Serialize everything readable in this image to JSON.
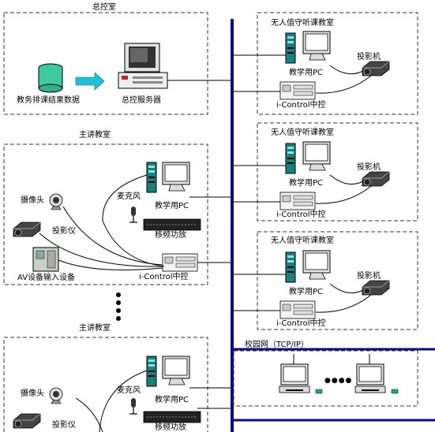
{
  "control_room": {
    "title": "总控室",
    "database_label": "教务排课结果数据",
    "server_label": "总控服务器"
  },
  "main_classroom_1": {
    "title": "主讲教室",
    "camera_label": "摄像头",
    "projector_label": "投影仪",
    "av_label": "AV设备输入设备",
    "mic_label": "麦克风",
    "pc_label": "教学用PC",
    "amp_label": "移频功放",
    "control_label": "i-Control中控"
  },
  "main_classroom_2": {
    "title": "主讲教室",
    "camera_label": "摄像头",
    "projector_label": "投影仪",
    "mic_label": "麦克风",
    "pc_label": "教学用PC",
    "amp_label": "移频功放"
  },
  "listen_rooms": [
    {
      "title": "无人值守听课教室",
      "pc_label": "教学用PC",
      "projector_label": "投影机",
      "control_label": "i-Control中控"
    },
    {
      "title": "无人值守听课教室",
      "pc_label": "教学用PC",
      "projector_label": "投影机",
      "control_label": "i-Control中控"
    },
    {
      "title": "无人值守听课教室",
      "pc_label": "教学用PC",
      "projector_label": "投影机",
      "control_label": "i-Control中控"
    }
  ],
  "network": {
    "label": "校园网（TCP/IP）",
    "dots": "●●●●"
  },
  "colors": {
    "backbone": "#0b0b8a",
    "arrow": "#22c0d8",
    "db": "#3fc9a0",
    "tower": "#1c7f7f"
  }
}
